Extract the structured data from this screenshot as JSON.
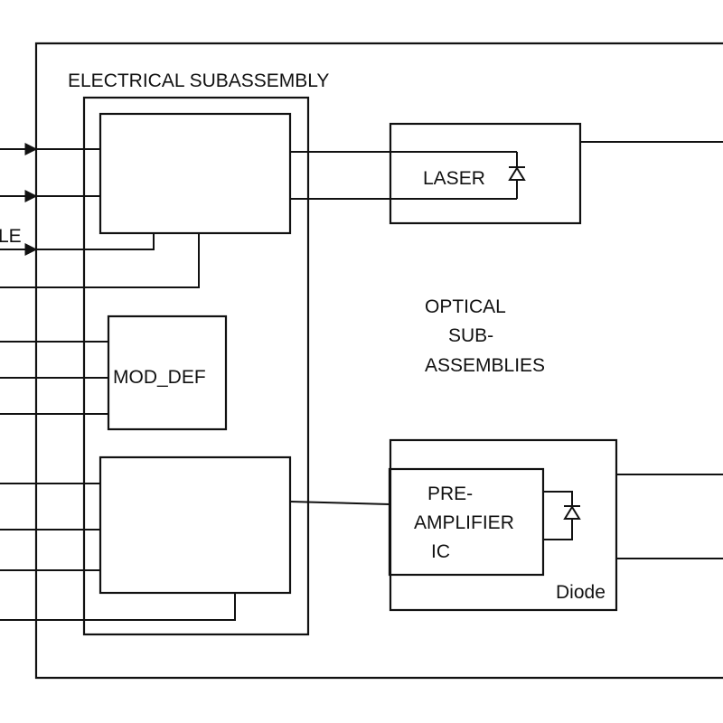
{
  "diagram": {
    "labels": {
      "electrical_subassembly": "ELECTRICAL SUBASSEMBLY",
      "partial_left_label": "LE",
      "mod_def": "MOD_DEF",
      "laser": "LASER",
      "optical_line1": "OPTICAL",
      "optical_line2": "SUB-",
      "optical_line3": "ASSEMBLIES",
      "preamp_line1": "PRE-",
      "preamp_line2": "AMPLIFIER",
      "preamp_line3": "IC",
      "diode": "Diode"
    },
    "icons": {
      "laser_diode_symbol": "diode-icon",
      "photodiode_symbol": "diode-icon"
    }
  }
}
